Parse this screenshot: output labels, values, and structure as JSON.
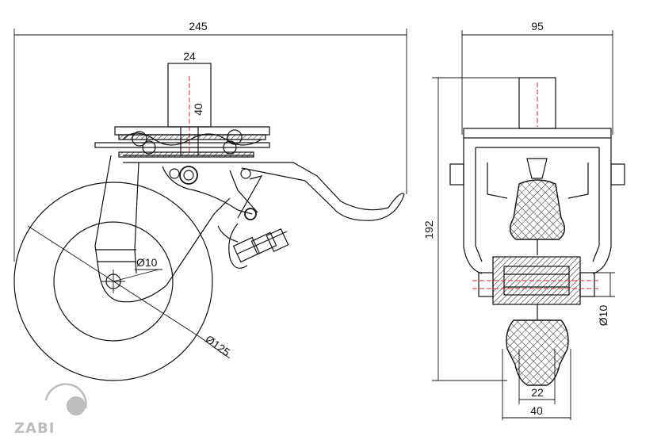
{
  "dimensions": {
    "overall_length": "245",
    "stem_width": "24",
    "stem_height": "40",
    "axle_diameter": "Ø10",
    "wheel_diameter": "Ø125",
    "overall_width": "95",
    "overall_height": "192",
    "axle_diameter_side": "Ø10",
    "tread_width": "22",
    "wheel_width": "40"
  },
  "logo": {
    "text": "ZABI"
  },
  "colors": {
    "line": "#111111",
    "centerline": "#dd2222",
    "logo": "#bdbdbd"
  }
}
